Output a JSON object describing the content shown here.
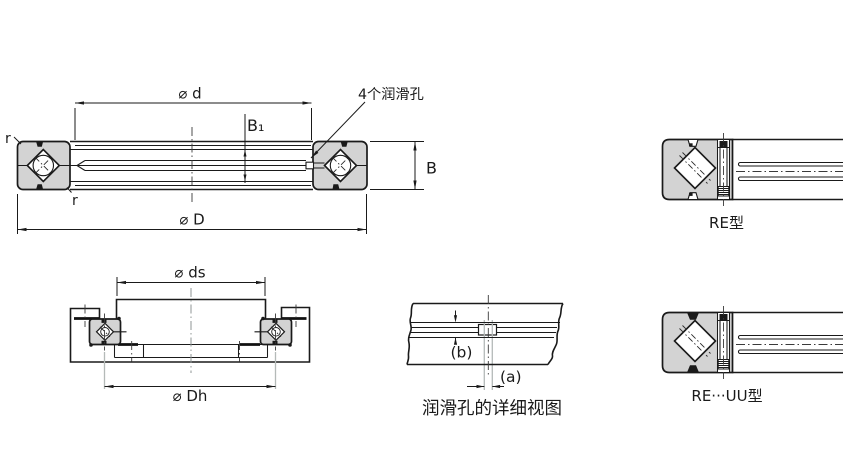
{
  "drawing": {
    "colors": {
      "line": "#1a1a1a",
      "block_fill": "#d3d3d3",
      "centerline_gray": "#8f9695",
      "extension_gray": "#b4bab8"
    },
    "main_view": {
      "dim_d": "⌀ d",
      "dim_D": "⌀ D",
      "dim_B": "B",
      "dim_B1": "B₁",
      "lube_holes_label": "4个润滑孔",
      "r_top": "r",
      "r_bottom": "r"
    },
    "re_view": {
      "label": "RE型"
    },
    "re_uu_view": {
      "label": "RE···UU型"
    },
    "mounting_view": {
      "dim_ds": "⌀ ds",
      "dim_Dh": "⌀ Dh"
    },
    "detail_view": {
      "dim_a": "(a)",
      "dim_b": "(b)",
      "caption": "润滑孔的详细视图"
    }
  }
}
